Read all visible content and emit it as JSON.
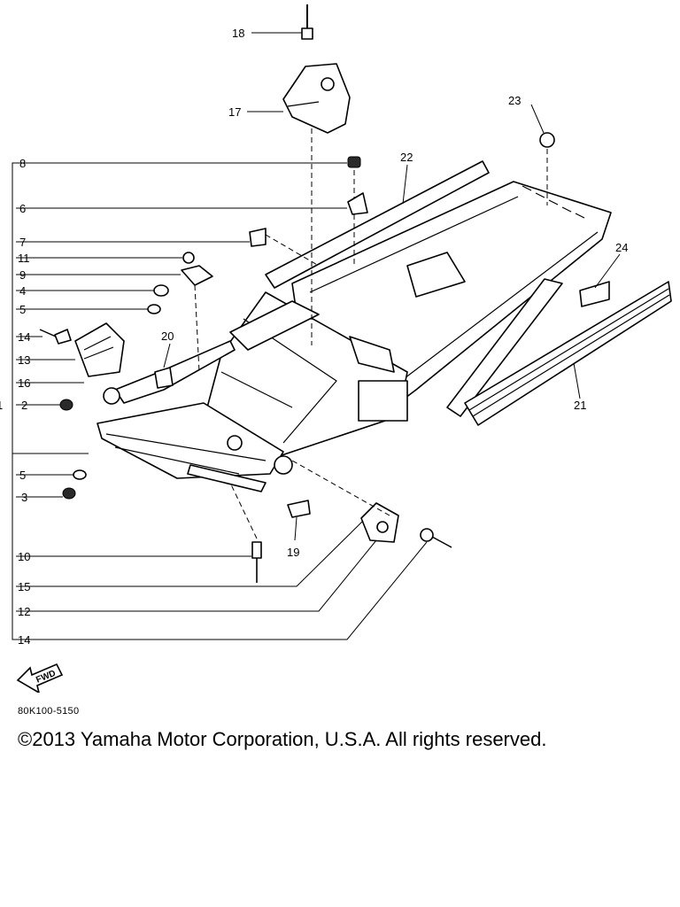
{
  "callouts": {
    "p1": "1",
    "p2": "2",
    "p3": "3",
    "p4": "4",
    "p5a": "5",
    "p5b": "5",
    "p6": "6",
    "p7": "7",
    "p8": "8",
    "p9": "9",
    "p10": "10",
    "p11": "11",
    "p12": "12",
    "p13": "13",
    "p14a": "14",
    "p14b": "14",
    "p15": "15",
    "p16": "16",
    "p17": "17",
    "p18": "18",
    "p19": "19",
    "p20": "20",
    "p21": "21",
    "p22": "22",
    "p23": "23",
    "p24": "24"
  },
  "fwd_label": "FWD",
  "diagram_code": "80K100-5150",
  "copyright": "©2013 Yamaha Motor Corporation, U.S.A. All rights reserved."
}
